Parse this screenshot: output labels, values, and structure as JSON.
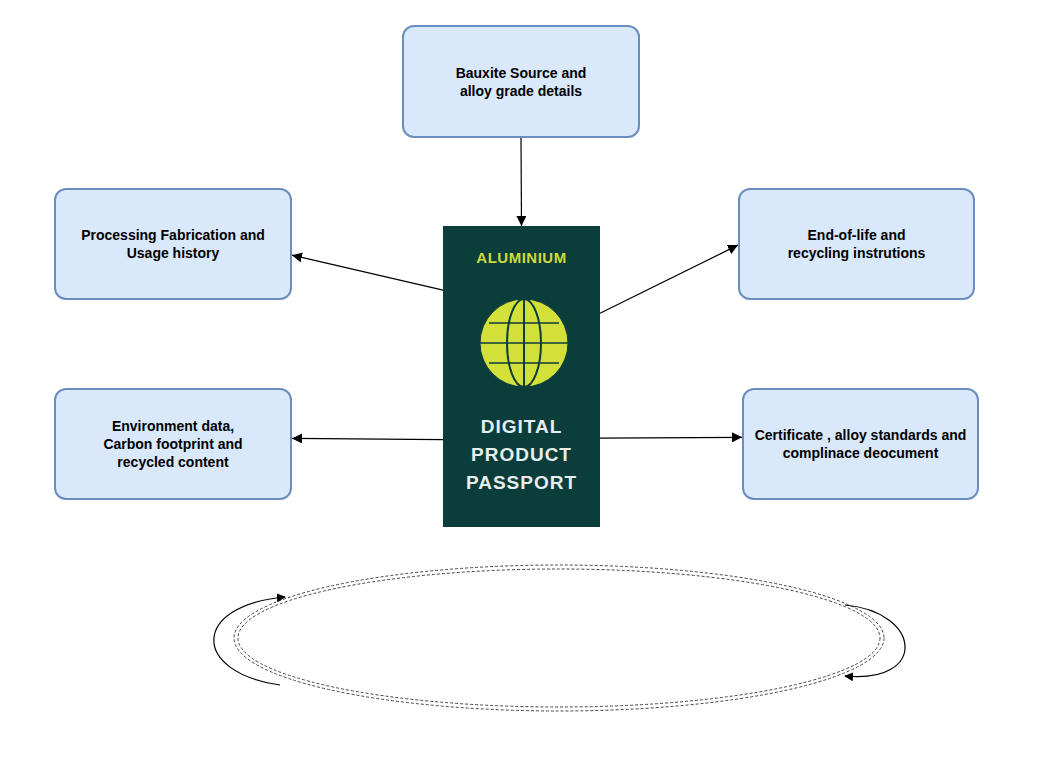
{
  "diagram": {
    "nodes": [
      {
        "text": [
          "Bauxite Source and alloy grade details"
        ]
      },
      {
        "text": [
          "Processing Fabrication and Usage history"
        ]
      },
      {
        "text": [
          "ALUMINIUM",
          "DIGITAL PRODUCT PASSPORT"
        ]
      },
      {
        "text": [
          "End-of-life and recycling instrutions"
        ]
      },
      {
        "text": [
          "Environment data, Carbon footprint and recycled content"
        ]
      },
      {
        "text": [
          "Certificate , alloy standards and complinace deocument"
        ]
      }
    ],
    "edges": [
      {
        "from": 0,
        "to": 2,
        "arrow": "to"
      },
      {
        "from": 2,
        "to": 1,
        "arrow": "to"
      },
      {
        "from": 2,
        "to": 3,
        "arrow": "to"
      },
      {
        "from": 2,
        "to": 4,
        "arrow": "to"
      },
      {
        "from": 2,
        "to": 5,
        "arrow": "to"
      }
    ]
  }
}
